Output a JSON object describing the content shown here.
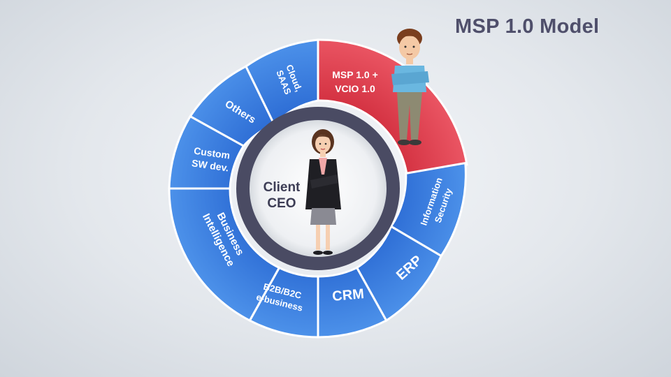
{
  "title": "MSP 1.0 Model",
  "center": {
    "line1": "Client",
    "line2": "CEO"
  },
  "segments": {
    "msp": {
      "line1": "MSP 1.0 +",
      "line2": "VCIO 1.0"
    },
    "info_security": {
      "line1": "Information",
      "line2": "Security"
    },
    "erp": {
      "line1": "ERP"
    },
    "crm": {
      "line1": "CRM"
    },
    "b2b": {
      "line1": "B2B/B2C",
      "line2": "e-business"
    },
    "bi": {
      "line1": "Business",
      "line2": "Intelligence"
    },
    "custom_sw": {
      "line1": "Custom",
      "line2": "SW dev."
    },
    "others": {
      "line1": "Others"
    },
    "cloud": {
      "line1": "Cloud,",
      "line2": "SAAS"
    }
  },
  "colors": {
    "segment_blue": "#3b82e0",
    "segment_highlight": "#e0404f",
    "ring": "#4a4b63",
    "title": "#4f4f6b"
  }
}
